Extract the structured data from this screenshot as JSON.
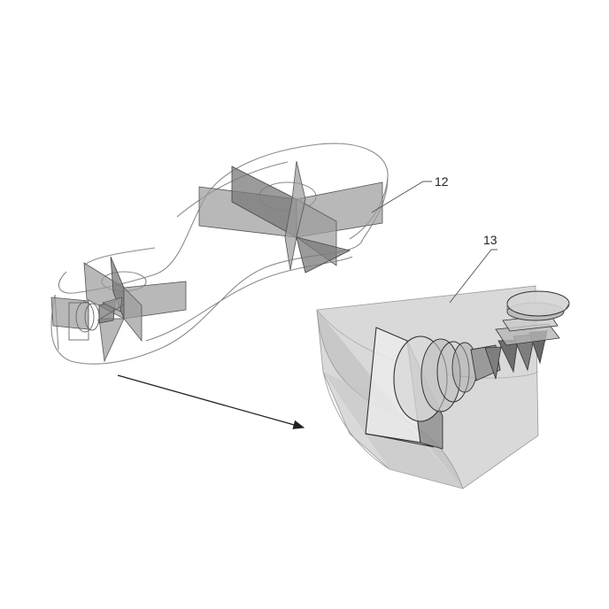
{
  "figure": {
    "callouts": [
      {
        "id": "callout-12",
        "text": "12"
      },
      {
        "id": "callout-13",
        "text": "13"
      }
    ],
    "colors": {
      "panel": "#9c9c9c",
      "panel_dark": "#7a7a7a",
      "housing": "#cfcfcf",
      "outline": "#8a8a8a",
      "background": "#ffffff"
    }
  }
}
